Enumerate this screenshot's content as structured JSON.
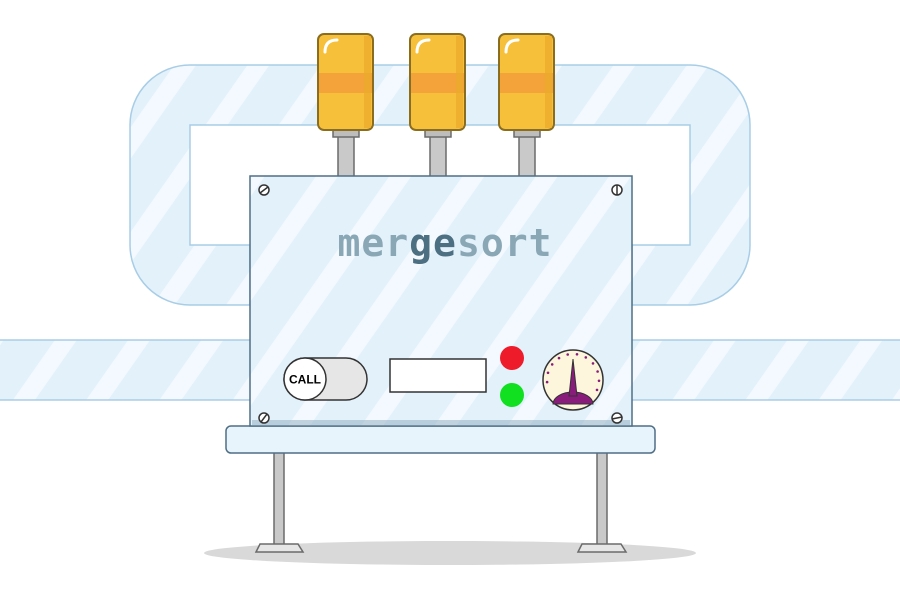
{
  "machine": {
    "title_parts": [
      {
        "text": "mer",
        "color": "#8aa7b6"
      },
      {
        "text": "ge",
        "color": "#4d6f82"
      },
      {
        "text": "sort",
        "color": "#8aa7b6"
      }
    ],
    "call_button_label": "CALL",
    "display_value": "",
    "indicators": [
      {
        "name": "red-indicator-light",
        "color": "#ee1c2a"
      },
      {
        "name": "green-indicator-light",
        "color": "#10e020"
      }
    ],
    "gauge_level": 0.5,
    "beacons": [
      "beacon-light-left",
      "beacon-light-middle",
      "beacon-light-right"
    ]
  },
  "colors": {
    "pipe_fill": "#e3f1fb",
    "pipe_stroke": "#a8cde6",
    "panel_fill": "#e8f4fc",
    "panel_stroke": "#4f6f86",
    "beacon_yellow": "#f7c03a",
    "beacon_band": "#f3a33a",
    "gauge_needle": "#8a1c7c"
  }
}
